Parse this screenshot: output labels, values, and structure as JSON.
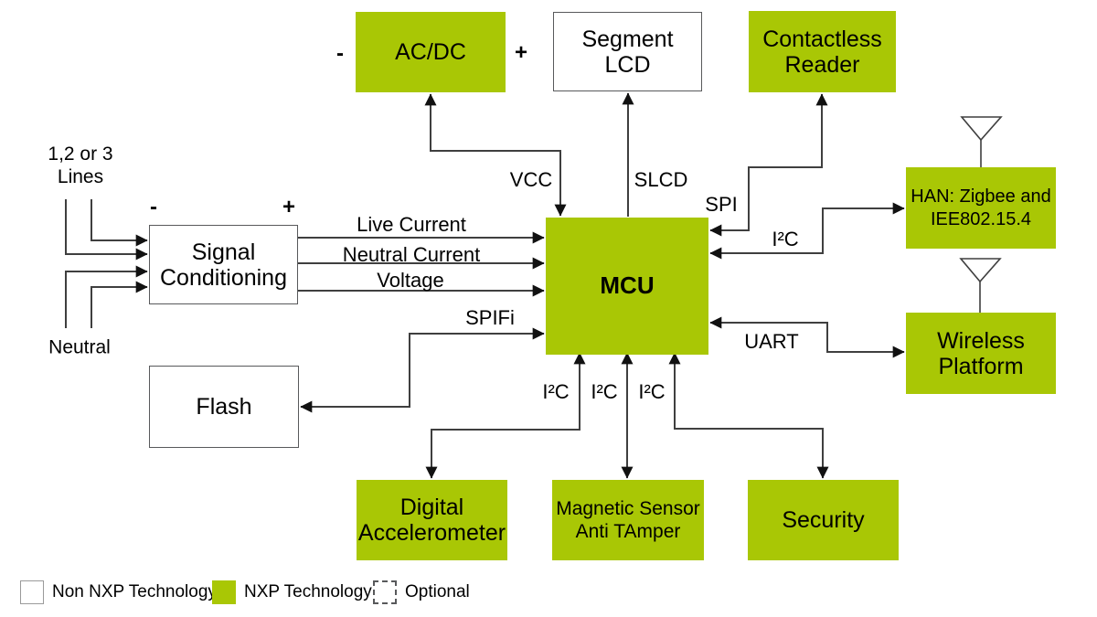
{
  "blocks": {
    "acdc": {
      "label": "AC/DC",
      "tech": "NXP"
    },
    "segment_lcd": {
      "label": "Segment\nLCD",
      "tech": "Non NXP"
    },
    "contactless_reader": {
      "label": "Contactless\nReader",
      "tech": "NXP"
    },
    "han": {
      "label": "HAN: Zigbee and\nIEE802.15.4",
      "tech": "NXP"
    },
    "signal_conditioning": {
      "label": "Signal\nConditioning",
      "tech": "Non NXP"
    },
    "mcu": {
      "label": "MCU",
      "tech": "NXP"
    },
    "wireless_platform": {
      "label": "Wireless\nPlatform",
      "tech": "NXP"
    },
    "flash": {
      "label": "Flash",
      "tech": "Non NXP"
    },
    "digital_accelerometer": {
      "label": "Digital\nAccelerometer",
      "tech": "NXP"
    },
    "magnetic_sensor": {
      "label": "Magnetic Sensor\nAnti TAmper",
      "tech": "NXP"
    },
    "security": {
      "label": "Security",
      "tech": "NXP"
    }
  },
  "bus_labels": {
    "vcc": "VCC",
    "slcd": "SLCD",
    "spi": "SPI",
    "i2c_han": "I²C",
    "uart": "UART",
    "live_current": "Live Current",
    "neutral_current": "Neutral Current",
    "voltage": "Voltage",
    "spifi": "SPIFi",
    "i2c_accel": "I²C",
    "i2c_magnetic": "I²C",
    "i2c_security": "I²C"
  },
  "annotations": {
    "acdc_minus": "-",
    "acdc_plus": "+",
    "sc_minus": "-",
    "sc_plus": "+",
    "lines_label": "1,2 or 3\nLines",
    "neutral_label": "Neutral"
  },
  "legend": {
    "items": [
      {
        "swatch": "non-nxp",
        "label": "Non NXP Technology"
      },
      {
        "swatch": "nxp",
        "label": "NXP Technology"
      },
      {
        "swatch": "optional",
        "label": "Optional"
      }
    ]
  },
  "colors": {
    "nxp_green": "#A9C705",
    "line": "#3F3F3F",
    "text": "#000000",
    "background": "#FFFFFF"
  }
}
